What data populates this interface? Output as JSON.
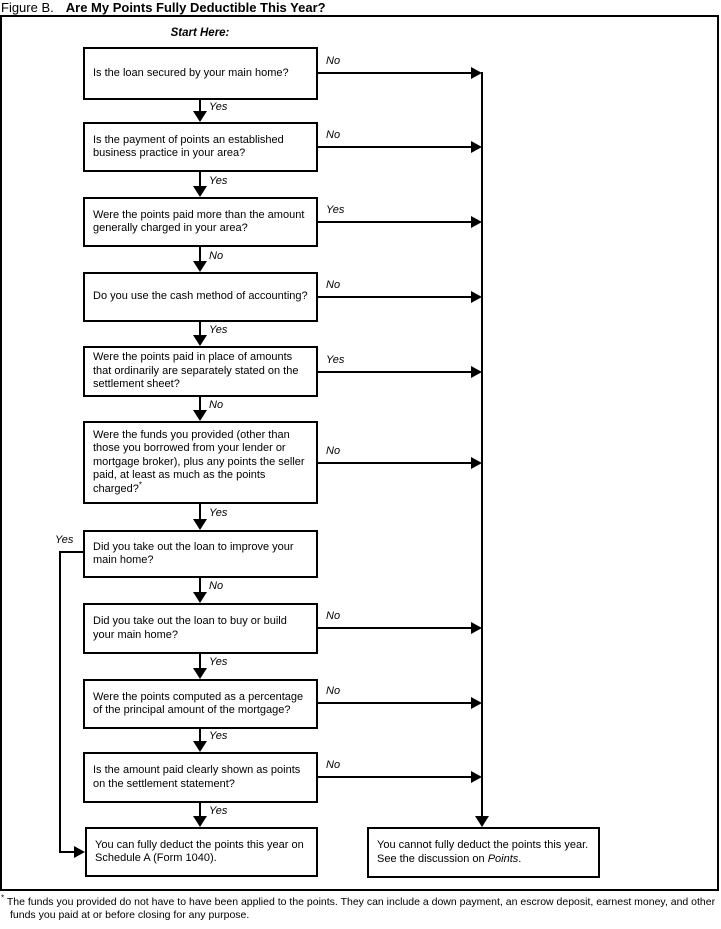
{
  "title": {
    "prefix": "Figure B.",
    "main": "Are My Points Fully Deductible This Year?"
  },
  "start_label": "Start Here:",
  "questions": [
    {
      "text": "Is the loan secured by your main home?"
    },
    {
      "text": "Is the payment of points an established business practice in your area?"
    },
    {
      "text": "Were the points paid more than the amount generally charged in your area?"
    },
    {
      "text": "Do you use the cash method of accounting?"
    },
    {
      "text": "Were the points paid in place of amounts that ordinarily are separately stated on the settlement sheet?"
    },
    {
      "text": "Were the funds you provided (other than those you borrowed from your lender or mortgage broker), plus any points the seller paid, at least as much as the points charged?",
      "marker": "*"
    },
    {
      "text": "Did you take out the loan to improve your main home?"
    },
    {
      "text": "Did you take out the loan to buy or build your main home?"
    },
    {
      "text": "Were the points computed as a percentage of the principal amount of the mortgage?"
    },
    {
      "text": "Is the amount paid clearly shown as points on the settlement statement?"
    }
  ],
  "results": {
    "deduct": "You can fully deduct the points this year on Schedule A (Form 1040).",
    "cannot_pre": "You cannot fully deduct the points this year. See the discussion on ",
    "cannot_italic": "Points",
    "cannot_post": "."
  },
  "connectors": {
    "down": [
      "Yes",
      "Yes",
      "No",
      "Yes",
      "No",
      "Yes",
      "No",
      "Yes",
      "Yes",
      "Yes"
    ],
    "right": [
      "No",
      "No",
      "Yes",
      "No",
      "Yes",
      "No",
      "No",
      "No",
      "No"
    ],
    "left_yes": "Yes"
  },
  "footnote": {
    "marker": "*",
    "text": "The funds you provided do not have to have been applied to the points. They can include a down payment, an escrow deposit, earnest money, and other funds you paid at or before closing for any purpose."
  },
  "colors": {
    "line": "#000000",
    "background": "#ffffff",
    "text": "#000000"
  }
}
